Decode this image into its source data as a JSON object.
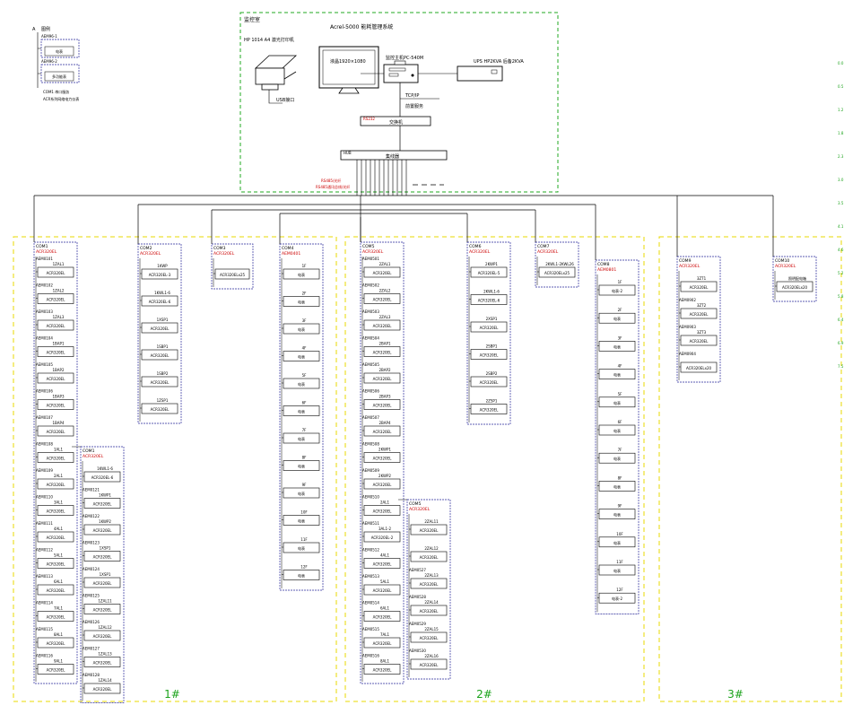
{
  "colors": {
    "line": "#000000",
    "device_border": "#2a2a9a",
    "green_dash": "#22aa22",
    "yellow_dash": "#e8d800",
    "red_text": "#cc0000",
    "station_label": "#1aa21a",
    "edge_marks": "#1aa21a"
  },
  "control_room": {
    "title": "监控室",
    "subtitle": "Acrel-5000 能耗管理系统",
    "printer_label": "HP 1014 A4 激光打印机",
    "monitor_label": "液晶1920×1080",
    "computer_label": "监控主机PC-540M",
    "ups_label": "UPS HP2KVA 后备2KVA",
    "usb_label": "USB接口",
    "tcpip_label": "TCP/IP",
    "server_label": "前置服务",
    "switch_label": "交换机",
    "hub_label": "集线器",
    "hub_tag": "HUB",
    "bus_label": "RS485/光纤",
    "bus_label2": "RS485通讯总线/光纤"
  },
  "legend": {
    "title": "图例",
    "items": [
      {
        "code": "AEM96-1",
        "name": "电表"
      },
      {
        "code": "AEM96-2",
        "name": "多功能表"
      }
    ],
    "note1": "COM1 串口服务",
    "note2": "ACR系列网络电力仪表"
  },
  "stations": [
    {
      "label": "1#"
    },
    {
      "label": "2#"
    },
    {
      "label": "3#"
    }
  ],
  "columns": [
    {
      "com": "COM1",
      "code": "ACR320EL",
      "devices": [
        {
          "top": "AEM0101",
          "name": "1ZAL1",
          "model": "ACR320EL"
        },
        {
          "top": "AEM0102",
          "name": "1ZAL2",
          "model": "ACR320EL"
        },
        {
          "top": "AEM0103",
          "name": "1ZAL3",
          "model": "ACR320EL"
        },
        {
          "top": "AEM0104",
          "name": "1BAP1",
          "model": "ACR320EL"
        },
        {
          "top": "AEM0105",
          "name": "1BAP2",
          "model": "ACR320EL"
        },
        {
          "top": "AEM0106",
          "name": "1BAP3",
          "model": "ACR320EL"
        },
        {
          "top": "AEM0107",
          "name": "1BAP4",
          "model": "ACR320EL"
        },
        {
          "top": "AEM0108",
          "name": "1AL1",
          "model": "ACR320EL"
        },
        {
          "top": "AEM0109",
          "name": "2AL1",
          "model": "ACR320EL"
        },
        {
          "top": "AEM0110",
          "name": "3AL1",
          "model": "ACR320EL"
        },
        {
          "top": "AEM0111",
          "name": "4AL1",
          "model": "ACR320EL"
        },
        {
          "top": "AEM0112",
          "name": "5AL1",
          "model": "ACR320EL"
        },
        {
          "top": "AEM0113",
          "name": "6AL1",
          "model": "ACR320EL"
        },
        {
          "top": "AEM0114",
          "name": "7AL1",
          "model": "ACR320EL"
        },
        {
          "top": "AEM0115",
          "name": "8AL1",
          "model": "ACR320EL"
        },
        {
          "top": "AEM0116",
          "name": "9AL1",
          "model": "ACR320EL"
        }
      ]
    },
    {
      "com": "COM1",
      "code": "ACR320EL",
      "devices": [
        {
          "top": "",
          "name": "1KWL1-6",
          "model": "ACR320EL-6"
        },
        {
          "top": "AEM0121",
          "name": "1KWP1",
          "model": "ACR320EL"
        },
        {
          "top": "AEM0122",
          "name": "1KWP2",
          "model": "ACR320EL"
        },
        {
          "top": "AEM0123",
          "name": "1XSP1",
          "model": "ACR320EL"
        },
        {
          "top": "AEM0124",
          "name": "1XSP1",
          "model": "ACR320EL"
        },
        {
          "top": "AEM0125",
          "name": "1ZAL11",
          "model": "ACR320EL"
        },
        {
          "top": "AEM0126",
          "name": "1ZAL12",
          "model": "ACR320EL"
        },
        {
          "top": "AEM0127",
          "name": "1ZAL13",
          "model": "ACR320EL"
        },
        {
          "top": "AEM0128",
          "name": "1ZAL14",
          "model": "ACR320EL"
        }
      ]
    },
    {
      "com": "COM2",
      "code": "ACR320EL",
      "devices": [
        {
          "top": "",
          "name": "1KWP",
          "model": "ACR320EL-3"
        },
        {
          "top": "",
          "name": "1KWL1-6",
          "model": "ACR320EL-6"
        },
        {
          "top": "",
          "name": "1XSP1",
          "model": "ACR320EL"
        },
        {
          "top": "",
          "name": "1SBP1",
          "model": "ACR320EL"
        },
        {
          "top": "",
          "name": "1SBP2",
          "model": "ACR320EL"
        },
        {
          "top": "",
          "name": "1ZSP1",
          "model": "ACR320EL"
        }
      ]
    },
    {
      "com": "COM3",
      "code": "ACR320EL",
      "devices": [
        {
          "top": "",
          "name": "",
          "model": "ACR320ELx25"
        }
      ]
    },
    {
      "com": "COM4",
      "code": "AEM0401",
      "devices": [
        {
          "top": "",
          "name": "1F",
          "model": "电表"
        },
        {
          "top": "",
          "name": "2F",
          "model": "电表"
        },
        {
          "top": "",
          "name": "3F",
          "model": "电表"
        },
        {
          "top": "",
          "name": "4F",
          "model": "电表"
        },
        {
          "top": "",
          "name": "5F",
          "model": "电表"
        },
        {
          "top": "",
          "name": "6F",
          "model": "电表"
        },
        {
          "top": "",
          "name": "7F",
          "model": "电表"
        },
        {
          "top": "",
          "name": "8F",
          "model": "电表"
        },
        {
          "top": "",
          "name": "9F",
          "model": "电表"
        },
        {
          "top": "",
          "name": "10F",
          "model": "电表"
        },
        {
          "top": "",
          "name": "11F",
          "model": "电表"
        },
        {
          "top": "",
          "name": "12F",
          "model": "电表"
        }
      ]
    },
    {
      "com": "COM5",
      "code": "ACR320EL",
      "devices": [
        {
          "top": "AEM0501",
          "name": "2ZAL1",
          "model": "ACR320EL"
        },
        {
          "top": "AEM0502",
          "name": "2ZAL2",
          "model": "ACR320EL"
        },
        {
          "top": "AEM0503",
          "name": "2ZAL3",
          "model": "ACR320EL"
        },
        {
          "top": "AEM0504",
          "name": "2BAP1",
          "model": "ACR320EL"
        },
        {
          "top": "AEM0505",
          "name": "2BAP2",
          "model": "ACR320EL"
        },
        {
          "top": "AEM0506",
          "name": "2BAP3",
          "model": "ACR320EL"
        },
        {
          "top": "AEM0507",
          "name": "2BAP4",
          "model": "ACR320EL"
        },
        {
          "top": "AEM0508",
          "name": "2KWP1",
          "model": "ACR320EL"
        },
        {
          "top": "AEM0509",
          "name": "2KWP2",
          "model": "ACR320EL"
        },
        {
          "top": "AEM0510",
          "name": "2AL1",
          "model": "ACR320EL"
        },
        {
          "top": "AEM0511",
          "name": "3AL1-2",
          "model": "ACR320EL-2"
        },
        {
          "top": "AEM0512",
          "name": "4AL1",
          "model": "ACR320EL"
        },
        {
          "top": "AEM0513",
          "name": "5AL1",
          "model": "ACR320EL"
        },
        {
          "top": "AEM0514",
          "name": "6AL1",
          "model": "ACR320EL"
        },
        {
          "top": "AEM0515",
          "name": "7AL1",
          "model": "ACR320EL"
        },
        {
          "top": "AEM0516",
          "name": "8AL1",
          "model": "ACR320EL"
        }
      ]
    },
    {
      "com": "COM5",
      "code": "ACR320EL",
      "devices": [
        {
          "top": "",
          "name": "2ZAL11",
          "model": "ACR320EL"
        },
        {
          "top": "",
          "name": "2ZAL12",
          "model": "ACR320EL"
        },
        {
          "top": "AEM0527",
          "name": "2ZAL13",
          "model": "ACR320EL"
        },
        {
          "top": "AEM0528",
          "name": "2ZAL14",
          "model": "ACR320EL"
        },
        {
          "top": "AEM0529",
          "name": "2ZAL15",
          "model": "ACR320EL"
        },
        {
          "top": "AEM0530",
          "name": "2ZAL16",
          "model": "ACR320EL"
        }
      ]
    },
    {
      "com": "COM6",
      "code": "ACR320EL",
      "devices": [
        {
          "top": "",
          "name": "2KWP1",
          "model": "ACR320EL-5"
        },
        {
          "top": "",
          "name": "2KWL1-6",
          "model": "ACR320EL-6"
        },
        {
          "top": "",
          "name": "2XSP1",
          "model": "ACR320EL"
        },
        {
          "top": "",
          "name": "2SBP1",
          "model": "ACR320EL"
        },
        {
          "top": "",
          "name": "2SBP2",
          "model": "ACR320EL"
        },
        {
          "top": "",
          "name": "2ZSP1",
          "model": "ACR320EL"
        }
      ]
    },
    {
      "com": "COM7",
      "code": "ACR320EL",
      "devices": [
        {
          "top": "",
          "name": "2KWL1-2KWL26",
          "model": "ACR320ELx25"
        }
      ]
    },
    {
      "com": "COM8",
      "code": "AEM0801",
      "devices": [
        {
          "top": "",
          "name": "1F",
          "model": "电表-2"
        },
        {
          "top": "",
          "name": "2F",
          "model": "电表"
        },
        {
          "top": "",
          "name": "3F",
          "model": "电表"
        },
        {
          "top": "",
          "name": "4F",
          "model": "电表"
        },
        {
          "top": "",
          "name": "5F",
          "model": "电表"
        },
        {
          "top": "",
          "name": "6F",
          "model": "电表"
        },
        {
          "top": "",
          "name": "7F",
          "model": "电表"
        },
        {
          "top": "",
          "name": "8F",
          "model": "电表"
        },
        {
          "top": "",
          "name": "9F",
          "model": "电表"
        },
        {
          "top": "",
          "name": "10F",
          "model": "电表"
        },
        {
          "top": "",
          "name": "11F",
          "model": "电表"
        },
        {
          "top": "",
          "name": "12F",
          "model": "电表-2"
        }
      ]
    },
    {
      "com": "COM9",
      "code": "ACR320EL",
      "devices": [
        {
          "top": "",
          "name": "3ZT1",
          "model": "ACR320EL"
        },
        {
          "top": "AEM0902",
          "name": "3ZT2",
          "model": "ACR320EL"
        },
        {
          "top": "AEM0903",
          "name": "3ZT3",
          "model": "ACR320EL"
        },
        {
          "top": "AEM0904",
          "name": "",
          "model": "ACR320ELx20"
        }
      ]
    },
    {
      "com": "COM10",
      "code": "ACR320EL",
      "devices": [
        {
          "top": "",
          "name": "照明配电箱",
          "model": "ACR320ELx20"
        }
      ]
    }
  ],
  "edge_marks": [
    "0.0",
    "0.5",
    "1.2",
    "1.8",
    "2.3",
    "3.0",
    "3.5",
    "4.1",
    "4.6",
    "5.2",
    "5.8",
    "6.4",
    "6.9",
    "7.5"
  ]
}
